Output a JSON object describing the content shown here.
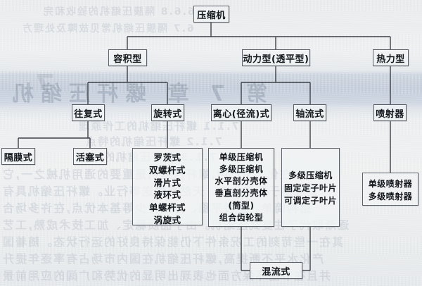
{
  "page": {
    "background_color": "#eceef0",
    "line_color": "#3c4148",
    "box_border_color": "#5b6068",
    "ghost_text_color": "#8d9aac"
  },
  "bleed_through": {
    "description": "faint mirrored text bleeding through from the reverse page",
    "lines": [
      "6.6.8  隔膜压缩机的验收和完",
      "6.7  隔膜压缩机常见故障及处理方",
      "7",
      "第 7 章  螺杆压缩机",
      "7.1.1  螺杆压缩机的工作原理",
      "7.1.2  螺杆压缩机的特点",
      "7.1.3  螺杆压缩机的分类",
      "在化工生产中,螺杆压缩机是重要的通用机械之一,它",
      "泛应用于石油化工、天然气输送等行业。螺杆压缩机具有",
      "结构简单、运转平稳、易损件少等基本优点,在许多场合",
      "逐渐取代了往复式压缩机。由于品质稳定、加工技术成熟,工艺",
      "其在一些苛刻的工况条件下仍能保持良好的运行状态。随着国",
      "产化水平不断提高,螺杆压缩机在国内市场占有率逐年提升",
      "并且在节能环保方面也表现出明显的优势和广阔的应用前景"
    ]
  },
  "chart_data": {
    "type": "diagram",
    "title": "压缩机分类图",
    "root": "压缩机",
    "nodes": {
      "root": {
        "label": "压缩机"
      },
      "level2": [
        {
          "label": "容积型"
        },
        {
          "label": "动力型(透平型)"
        },
        {
          "label": "热力型"
        }
      ],
      "level3": [
        {
          "label": "往复式",
          "parent": "容积型"
        },
        {
          "label": "旋转式",
          "parent": "容积型"
        },
        {
          "label": "离心(径流)式",
          "parent": "动力型(透平型)"
        },
        {
          "label": "轴流式",
          "parent": "动力型(透平型)"
        },
        {
          "label": "喷射器",
          "parent": "热力型"
        }
      ],
      "level4": [
        {
          "label": "隔膜式",
          "parent": "往复式"
        },
        {
          "label": "活塞式",
          "parent": "往复式"
        }
      ],
      "lists": [
        {
          "parent": "旋转式",
          "items": [
            "罗茨式",
            "双螺杆式",
            "滑片式",
            "液环式",
            "单螺杆式",
            "涡旋式"
          ]
        },
        {
          "parent": "离心(径流)式",
          "items": [
            "单级压缩机",
            "多级压缩机",
            "水平剖分壳体",
            "垂直剖分壳体",
            "(筒型)",
            "组合齿轮型"
          ]
        },
        {
          "parent": "轴流式",
          "items": [
            "多级压缩机",
            "固定定子叶片",
            "可调定子叶片"
          ]
        },
        {
          "parent": "喷射器",
          "items": [
            "单级喷射器",
            "多级喷射器"
          ]
        }
      ],
      "merged": [
        {
          "label": "混流式",
          "parents": [
            "离心(径流)式",
            "轴流式"
          ]
        }
      ]
    }
  }
}
